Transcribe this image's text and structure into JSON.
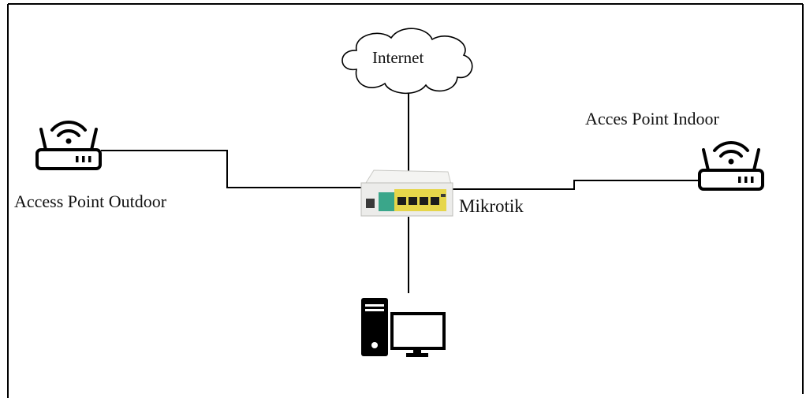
{
  "nodes": {
    "internet": {
      "label": "Internet",
      "icon": "cloud-icon"
    },
    "router": {
      "label": "Mikrotik",
      "icon": "switch-icon"
    },
    "ap_outdoor": {
      "label": "Access Point Outdoor",
      "icon": "wifi-router-icon"
    },
    "ap_indoor": {
      "label": "Acces Point Indoor",
      "icon": "wifi-router-icon"
    },
    "computer": {
      "label": "",
      "icon": "desktop-computer-icon"
    }
  },
  "colors": {
    "line": "#000000",
    "text": "#111111",
    "switch_body": "#ededeb",
    "switch_ports": "#e6d64a",
    "switch_accent": "#3aa68a"
  }
}
